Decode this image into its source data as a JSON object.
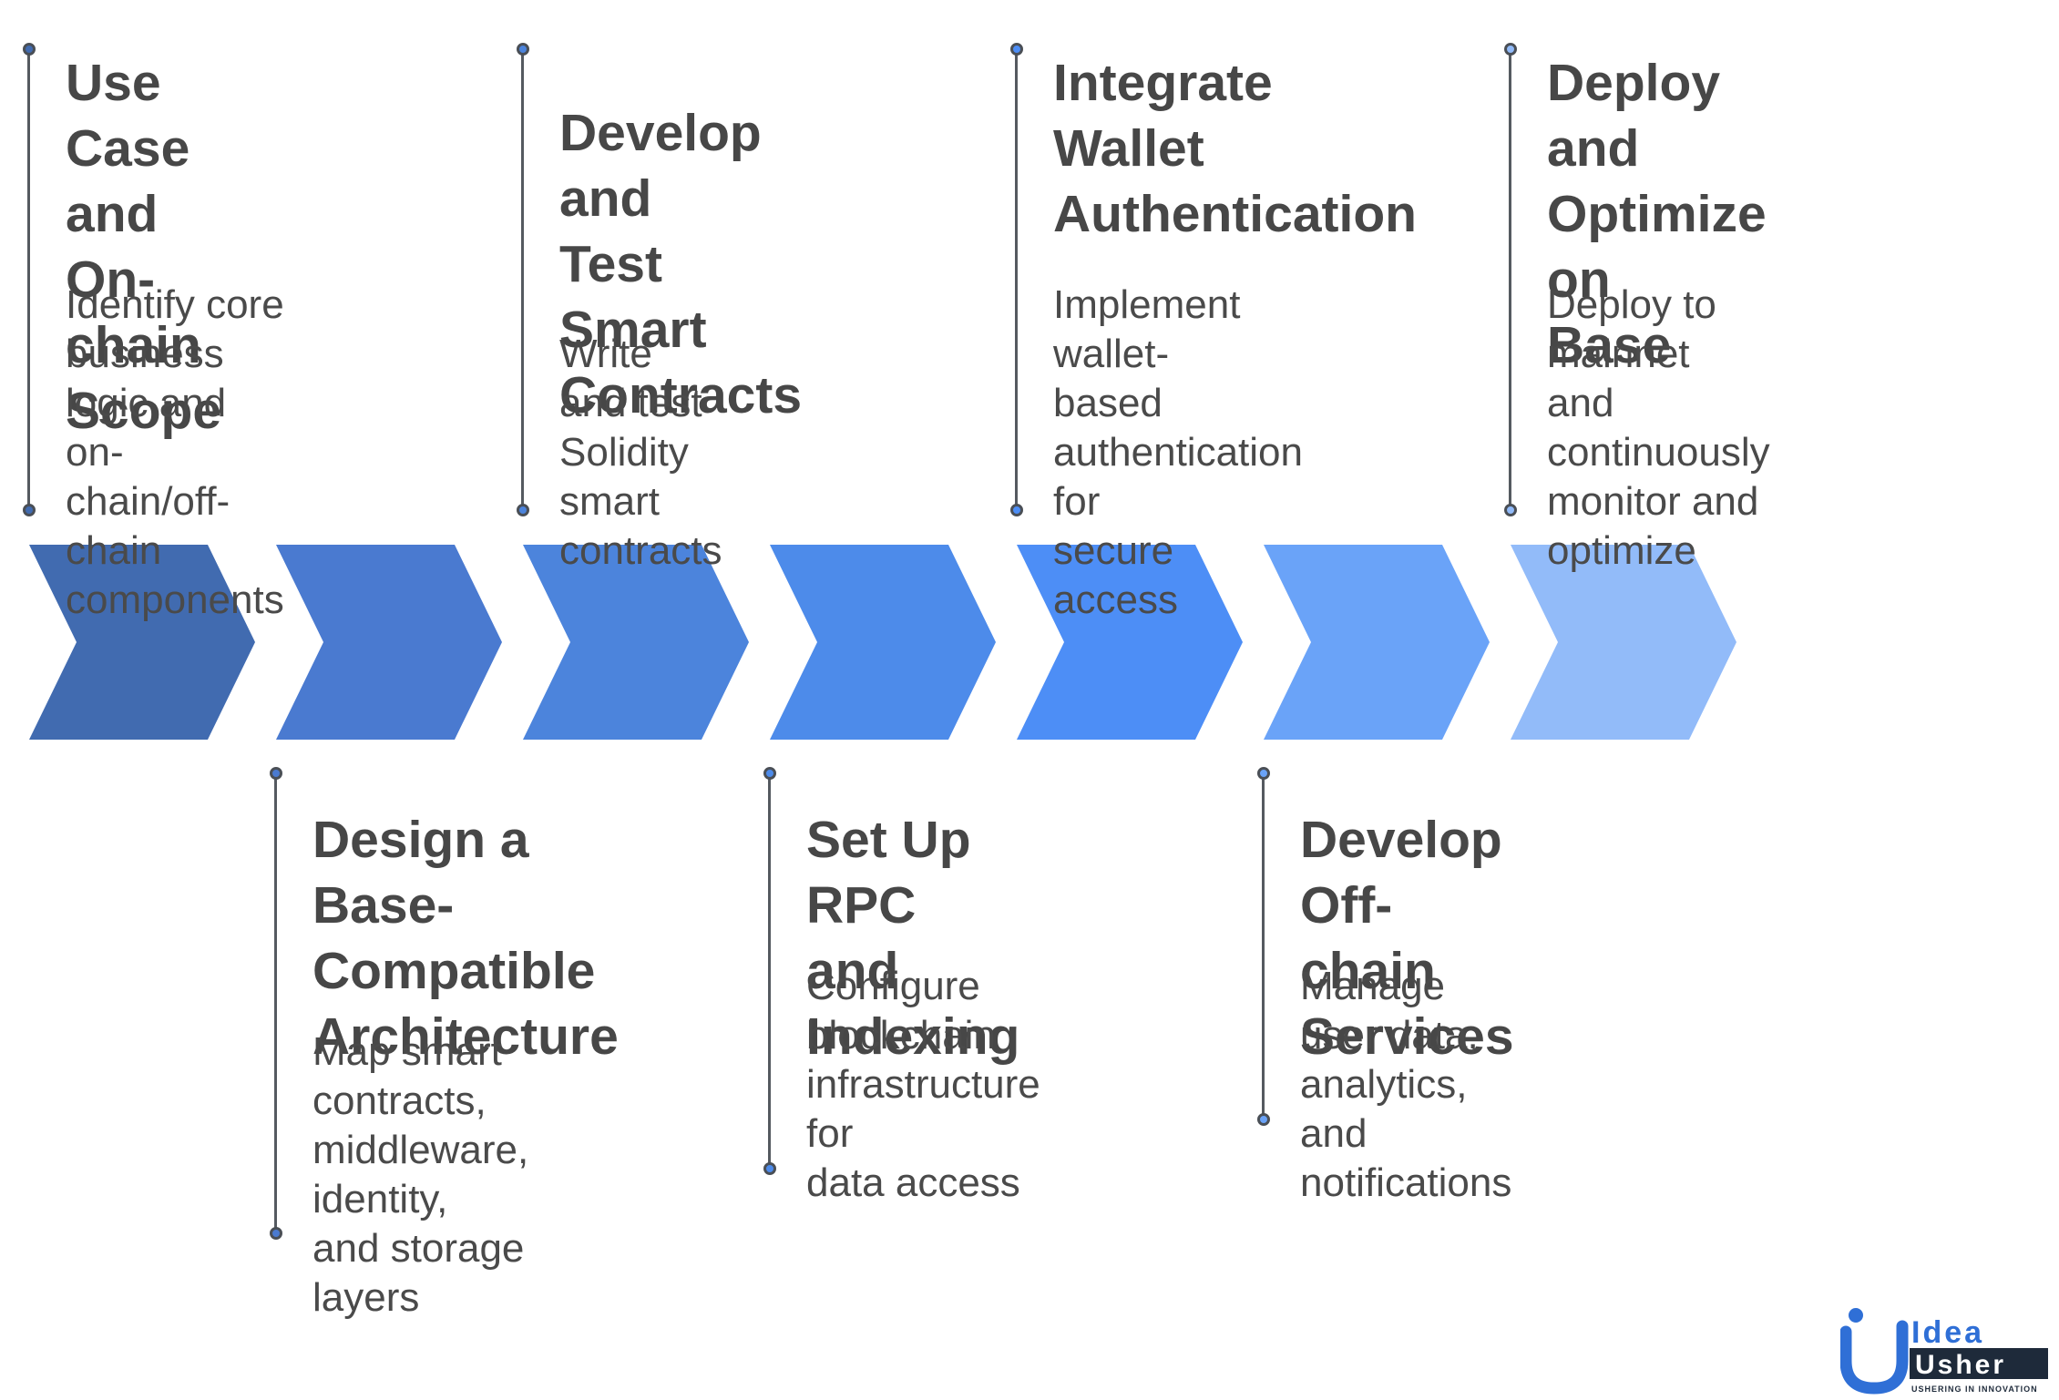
{
  "steps": [
    {
      "id": "use-case",
      "title": "Use Case and\nOn-chain\nScope",
      "description": "Identify core\nbusiness logic and\non-chain/off-chain\ncomponents",
      "position": "top",
      "color": "#416BB0"
    },
    {
      "id": "design-architecture",
      "title": "Design a Base-\nCompatible\nArchitecture",
      "description": "Map smart\ncontracts,\nmiddleware, identity,\nand storage layers",
      "position": "bottom",
      "color": "#4A7AD0"
    },
    {
      "id": "smart-contracts",
      "title": "Develop and\nTest Smart\nContracts",
      "description": "Write and test\nSolidity smart\ncontracts",
      "position": "top",
      "color": "#4C84DC"
    },
    {
      "id": "rpc-indexing",
      "title": "Set Up RPC\nand Indexing",
      "description": "Configure\nblockchain\ninfrastructure for\ndata access",
      "position": "bottom",
      "color": "#4D8BEA"
    },
    {
      "id": "wallet-auth",
      "title": "Integrate\nWallet\nAuthentication",
      "description": "Implement wallet-\nbased\nauthentication for\nsecure access",
      "position": "top",
      "color": "#4D8EF6"
    },
    {
      "id": "off-chain-services",
      "title": "Develop Off-\nchain Services",
      "description": "Manage user data,\nanalytics, and\nnotifications",
      "position": "bottom",
      "color": "#6AA3F8"
    },
    {
      "id": "deploy-optimize",
      "title": "Deploy and\nOptimize on\nBase",
      "description": "Deploy to mainnet\nand continuously\nmonitor and\noptimize",
      "position": "top",
      "color": "#92BBF9"
    }
  ],
  "logo": {
    "line1": "Idea",
    "line2": "Usher",
    "tagline": "USHERING IN INNOVATION",
    "colors": {
      "blue": "#2F6FD6",
      "dark": "#1E2A3A"
    }
  }
}
